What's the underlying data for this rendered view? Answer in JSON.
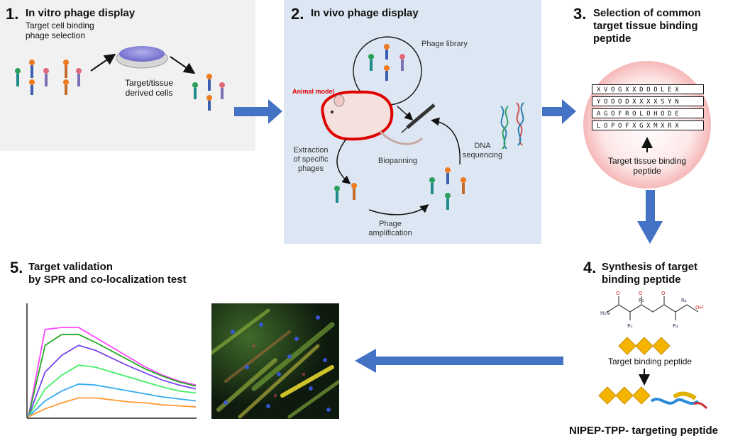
{
  "step1": {
    "number": "1.",
    "title": "In vitro phage display",
    "subtitle_line1": "Target cell binding",
    "subtitle_line2": "phage selection",
    "cells_label_line1": "Target/tissue",
    "cells_label_line2": "derived cells"
  },
  "step2": {
    "number": "2.",
    "title": "In vivo phage display",
    "phage_library": "Phage library",
    "animal_model": "Animal model",
    "extraction_line1": "Extraction",
    "extraction_line2": "of specific",
    "extraction_line3": "phages",
    "biopanning": "Biopanning",
    "dna_line1": "DNA",
    "dna_line2": "sequencing",
    "amplification_line1": "Phage",
    "amplification_line2": "amplification"
  },
  "step3": {
    "number": "3.",
    "title_line1": "Selection of common",
    "title_line2": "target tissue binding",
    "title_line3": "peptide",
    "sequences": [
      "XVOGXXDOOLEX",
      "YOOODXXXXSYN",
      "AGOFROLOHODE",
      "LOPOFXGXMXRX"
    ],
    "peptide_label_line1": "Target tissue binding",
    "peptide_label_line2": "peptide"
  },
  "step4": {
    "number": "4.",
    "title_line1": "Synthesis of target",
    "title_line2": "binding peptide",
    "binding_peptide": "Target binding peptide",
    "nipep": "NIPEP-TPP- targeting peptide"
  },
  "step5": {
    "number": "5.",
    "title_line1": "Target validation",
    "title_line2": "by SPR and co-localization test"
  },
  "colors": {
    "arrow_blue": "#4472c4",
    "panel_gray": "#f1f1f1",
    "panel_blue": "#dce7f3",
    "animal_red": "#e00000",
    "diamond_orange": "#f5b400"
  },
  "chart_data": {
    "type": "line",
    "title": "",
    "xlabel": "",
    "ylabel": "",
    "x": [
      0,
      1,
      2,
      3,
      4,
      5,
      6,
      7,
      8,
      9,
      10
    ],
    "series": [
      {
        "color": "#ff44ff",
        "values": [
          0,
          88,
          90,
          90,
          80,
          70,
          60,
          50,
          42,
          36,
          32
        ]
      },
      {
        "color": "#22aa22",
        "values": [
          0,
          72,
          83,
          83,
          75,
          66,
          57,
          48,
          41,
          35,
          31
        ]
      },
      {
        "color": "#7744ee",
        "values": [
          0,
          45,
          62,
          72,
          67,
          59,
          51,
          44,
          37,
          32,
          28
        ]
      },
      {
        "color": "#44ee66",
        "values": [
          0,
          28,
          42,
          52,
          50,
          45,
          40,
          35,
          30,
          26,
          24
        ]
      },
      {
        "color": "#33aaee",
        "values": [
          0,
          16,
          26,
          33,
          32,
          29,
          26,
          23,
          20,
          18,
          16
        ]
      },
      {
        "color": "#ff9933",
        "values": [
          0,
          8,
          14,
          19,
          19,
          17,
          15,
          14,
          12,
          11,
          10
        ]
      }
    ],
    "ylim": [
      0,
      100
    ],
    "grid": false
  }
}
